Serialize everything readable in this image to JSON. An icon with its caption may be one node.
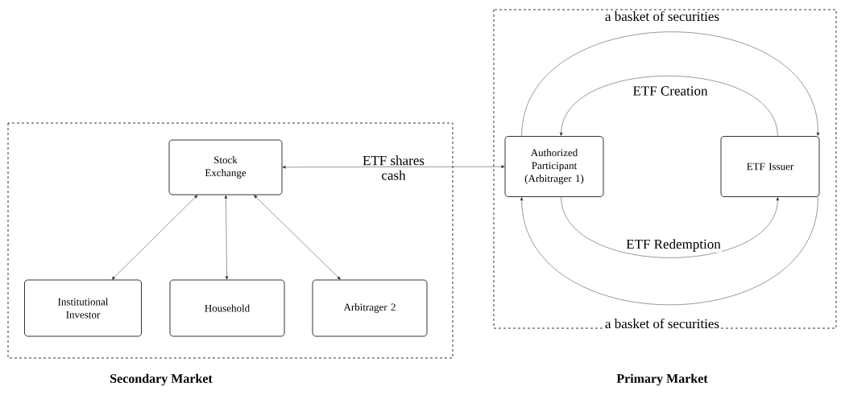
{
  "diagram": {
    "nodes": [
      {
        "text": [
          "Secondary Market"
        ]
      },
      {
        "text": [
          "Stock Exchange"
        ],
        "in": 0
      },
      {
        "text": [
          "Institutional Investor"
        ],
        "in": 0
      },
      {
        "text": [
          "Household"
        ],
        "in": 0
      },
      {
        "text": [
          "Arbitrager 2"
        ],
        "in": 0
      },
      {
        "text": [
          "Primary Market"
        ]
      },
      {
        "text": [
          "Authorized Participant (Arbitrager 1)"
        ],
        "in": 5
      },
      {
        "text": [
          "ETF Issuer"
        ],
        "in": 5
      }
    ],
    "edges": [
      {
        "from": 1,
        "to": 2,
        "arrow": "both"
      },
      {
        "from": 1,
        "to": 3,
        "arrow": "both"
      },
      {
        "from": 1,
        "to": 4,
        "arrow": "both"
      },
      {
        "from": 1,
        "to": 6,
        "arrow": "both",
        "label": "ETF shares"
      },
      {
        "from": 6,
        "to": 7,
        "arrow": "to",
        "label": "a basket of securities"
      },
      {
        "from": 7,
        "to": 6,
        "arrow": "to",
        "label": "ETF Creation"
      },
      {
        "from": 6,
        "to": 7,
        "arrow": "to",
        "label": "ETF Redemption"
      },
      {
        "from": 7,
        "to": 6,
        "arrow": "to",
        "label": "a basket of securities"
      }
    ],
    "labels": [
      "cash"
    ]
  }
}
